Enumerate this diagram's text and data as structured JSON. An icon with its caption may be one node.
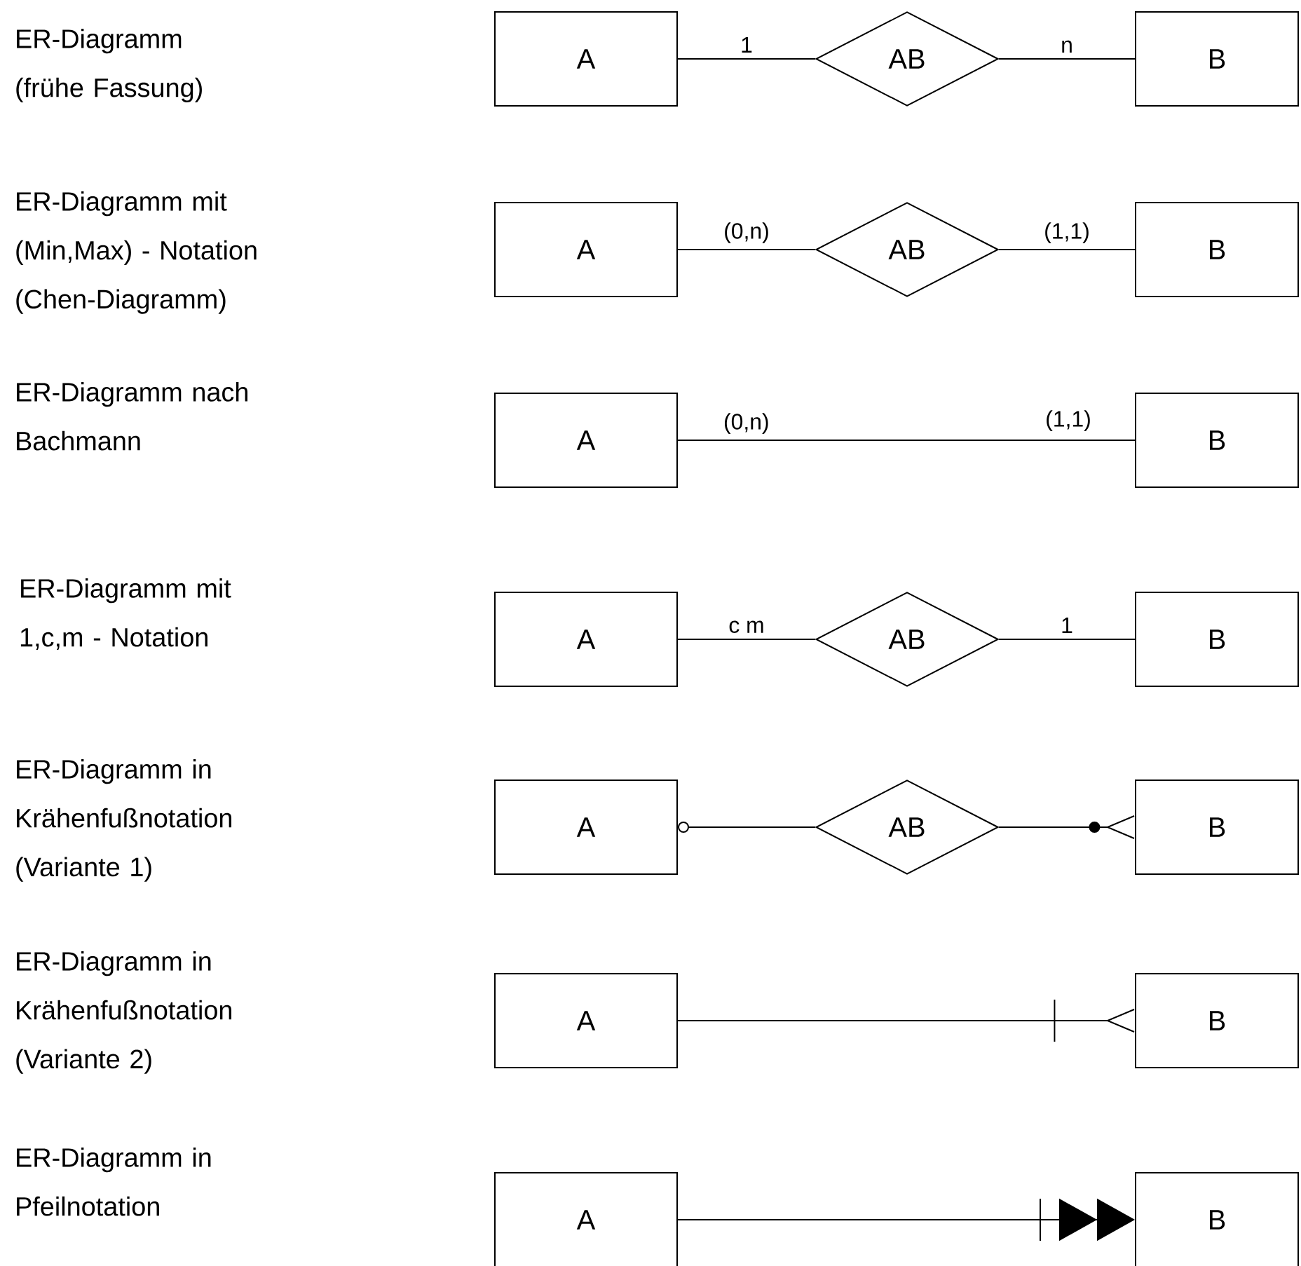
{
  "diagram": {
    "nodes": [
      {
        "text": [
          "A"
        ]
      },
      {
        "text": [
          "AB"
        ]
      },
      {
        "text": [
          "B"
        ]
      },
      {
        "text": [
          "A"
        ]
      },
      {
        "text": [
          "AB"
        ]
      },
      {
        "text": [
          "B"
        ]
      },
      {
        "text": [
          "A"
        ]
      },
      {
        "text": [
          "B"
        ]
      },
      {
        "text": [
          "A"
        ]
      },
      {
        "text": [
          "AB"
        ]
      },
      {
        "text": [
          "B"
        ]
      },
      {
        "text": [
          "A"
        ]
      },
      {
        "text": [
          "AB"
        ]
      },
      {
        "text": [
          "B"
        ]
      },
      {
        "text": [
          "A"
        ]
      },
      {
        "text": [
          "B"
        ]
      },
      {
        "text": [
          "A"
        ]
      },
      {
        "text": [
          "B"
        ]
      }
    ],
    "edges": [
      {
        "from": 0,
        "to": 1,
        "arrow": "none",
        "label": "1"
      },
      {
        "from": 1,
        "to": 2,
        "arrow": "none",
        "label": "n"
      },
      {
        "from": 3,
        "to": 4,
        "arrow": "none",
        "label": "(0,n)"
      },
      {
        "from": 4,
        "to": 5,
        "arrow": "none",
        "label": "(1,1)"
      },
      {
        "from": 6,
        "to": 7,
        "arrow": "none",
        "label": "(0,n)"
      },
      {
        "from": 8,
        "to": 9,
        "arrow": "none",
        "label": "c m"
      },
      {
        "from": 9,
        "to": 10,
        "arrow": "none",
        "label": "1"
      },
      {
        "from": 12,
        "to": 11,
        "arrow": "other"
      },
      {
        "from": 12,
        "to": 13,
        "arrow": "other"
      },
      {
        "from": 14,
        "to": 15,
        "arrow": "other"
      },
      {
        "from": 16,
        "to": 17,
        "arrow": "to"
      }
    ],
    "labels": [
      "ER-Diagramm (frühe Fassung)",
      "ER-Diagramm mit (Min,Max) - Notation (Chen-Diagramm)",
      "ER-Diagramm nach Bachmann",
      "(1,1)",
      "ER-Diagramm mit 1,c,m - Notation",
      "ER-Diagramm in Krähenfußnotation (Variante 1)",
      "ER-Diagramm in Krähenfußnotation (Variante 2)",
      "ER-Diagramm in Pfeilnotation"
    ]
  }
}
